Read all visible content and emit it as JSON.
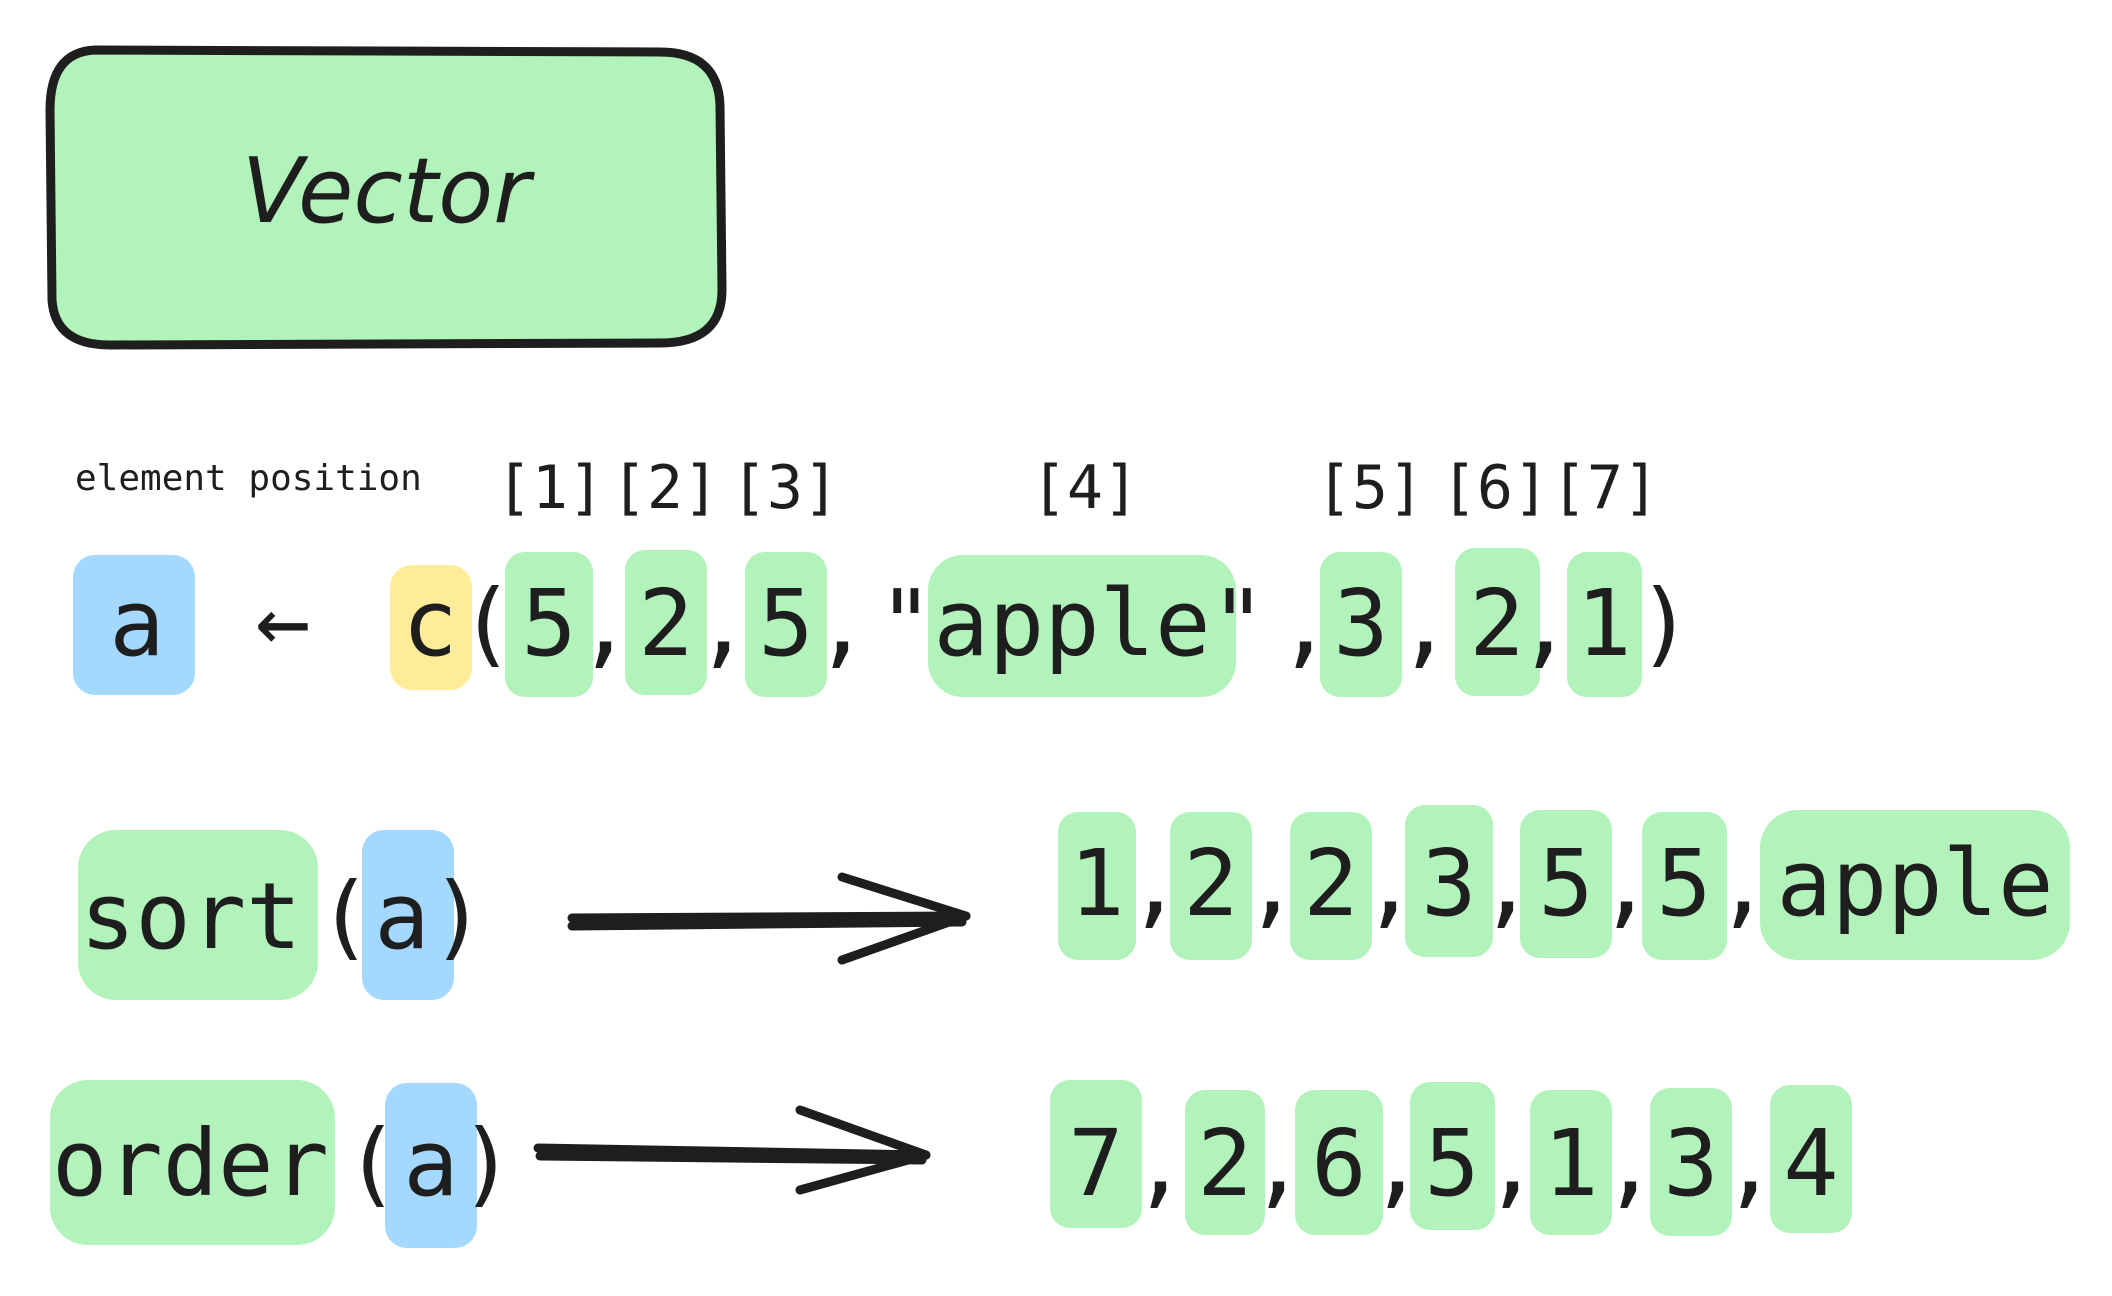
{
  "colors": {
    "box_fill": "#b2f2bb",
    "highlight_green": "#b2f2bb",
    "highlight_blue": "#a5d8ff",
    "highlight_yellow": "#ffec99",
    "ink": "#1e1e1e"
  },
  "title": "Vector",
  "position_label": "element position",
  "position_indices": [
    "[1]",
    "[2]",
    "[3]",
    "[4]",
    "[5]",
    "[6]",
    "[7]"
  ],
  "assignment": {
    "var_name": "a",
    "arrow": "←",
    "func": "c",
    "open_paren": "(",
    "close_paren": ")",
    "elements": [
      "5",
      "2",
      "5",
      "\"apple\"",
      "3",
      "2",
      "1"
    ]
  },
  "sort_row": {
    "func": "sort",
    "arg": "a",
    "open_paren": "(",
    "close_paren": ")",
    "result": [
      "1",
      "2",
      "2",
      "3",
      "5",
      "5",
      "apple"
    ]
  },
  "order_row": {
    "func": "order",
    "arg": "a",
    "open_paren": "(",
    "close_paren": ")",
    "result": [
      "7",
      "2",
      "6",
      "5",
      "1",
      "3",
      "4"
    ]
  }
}
